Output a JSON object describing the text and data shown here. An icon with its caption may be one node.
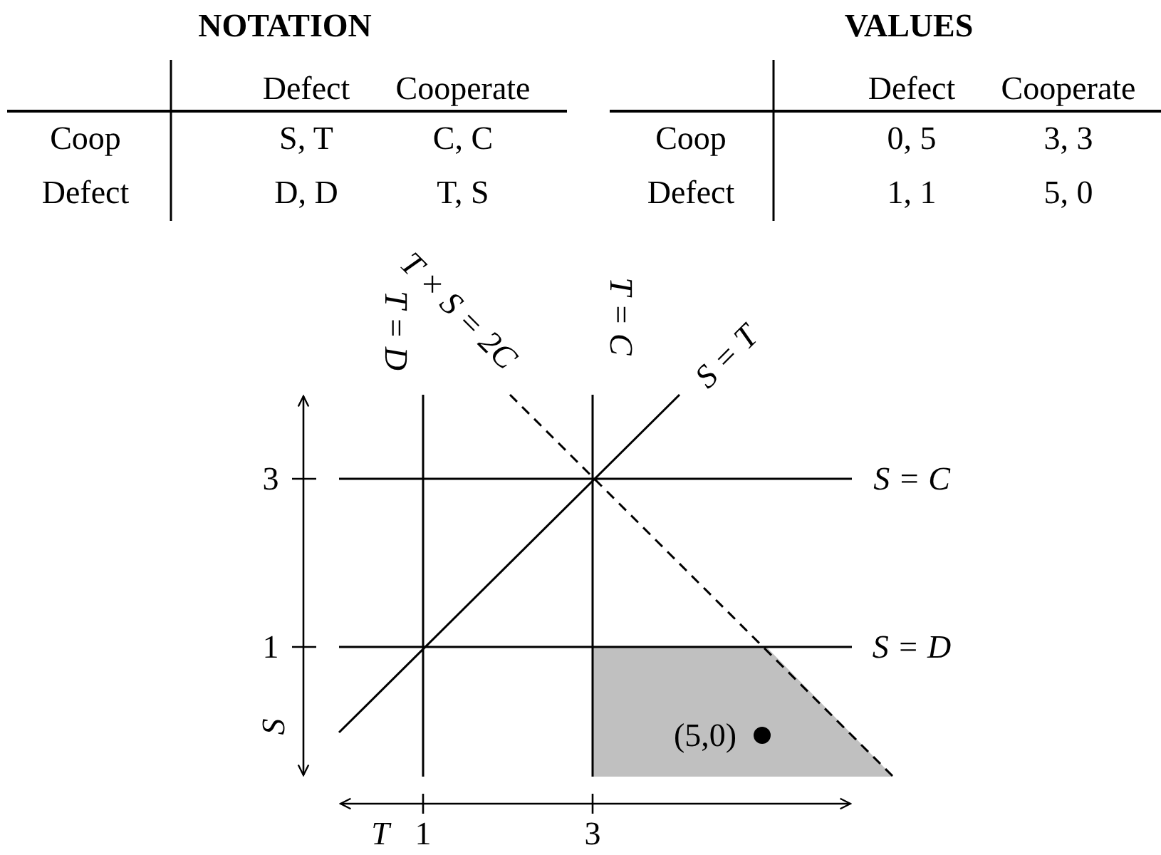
{
  "diagram": {
    "labels": [
      "NOTATION",
      "Defect",
      "Cooperate",
      "Coop",
      "S, T",
      "C, C",
      "Defect",
      "D, D",
      "T, S",
      "VALUES",
      "Defect",
      "Cooperate",
      "Coop",
      "0, 5",
      "3, 3",
      "Defect",
      "1, 1",
      "5, 0",
      "T × S = 2C",
      "T = D",
      "T = C",
      "S = T",
      "3",
      "S = C",
      "1",
      "S = D",
      "S",
      "(5,0)",
      "T",
      "1",
      "3"
    ]
  }
}
